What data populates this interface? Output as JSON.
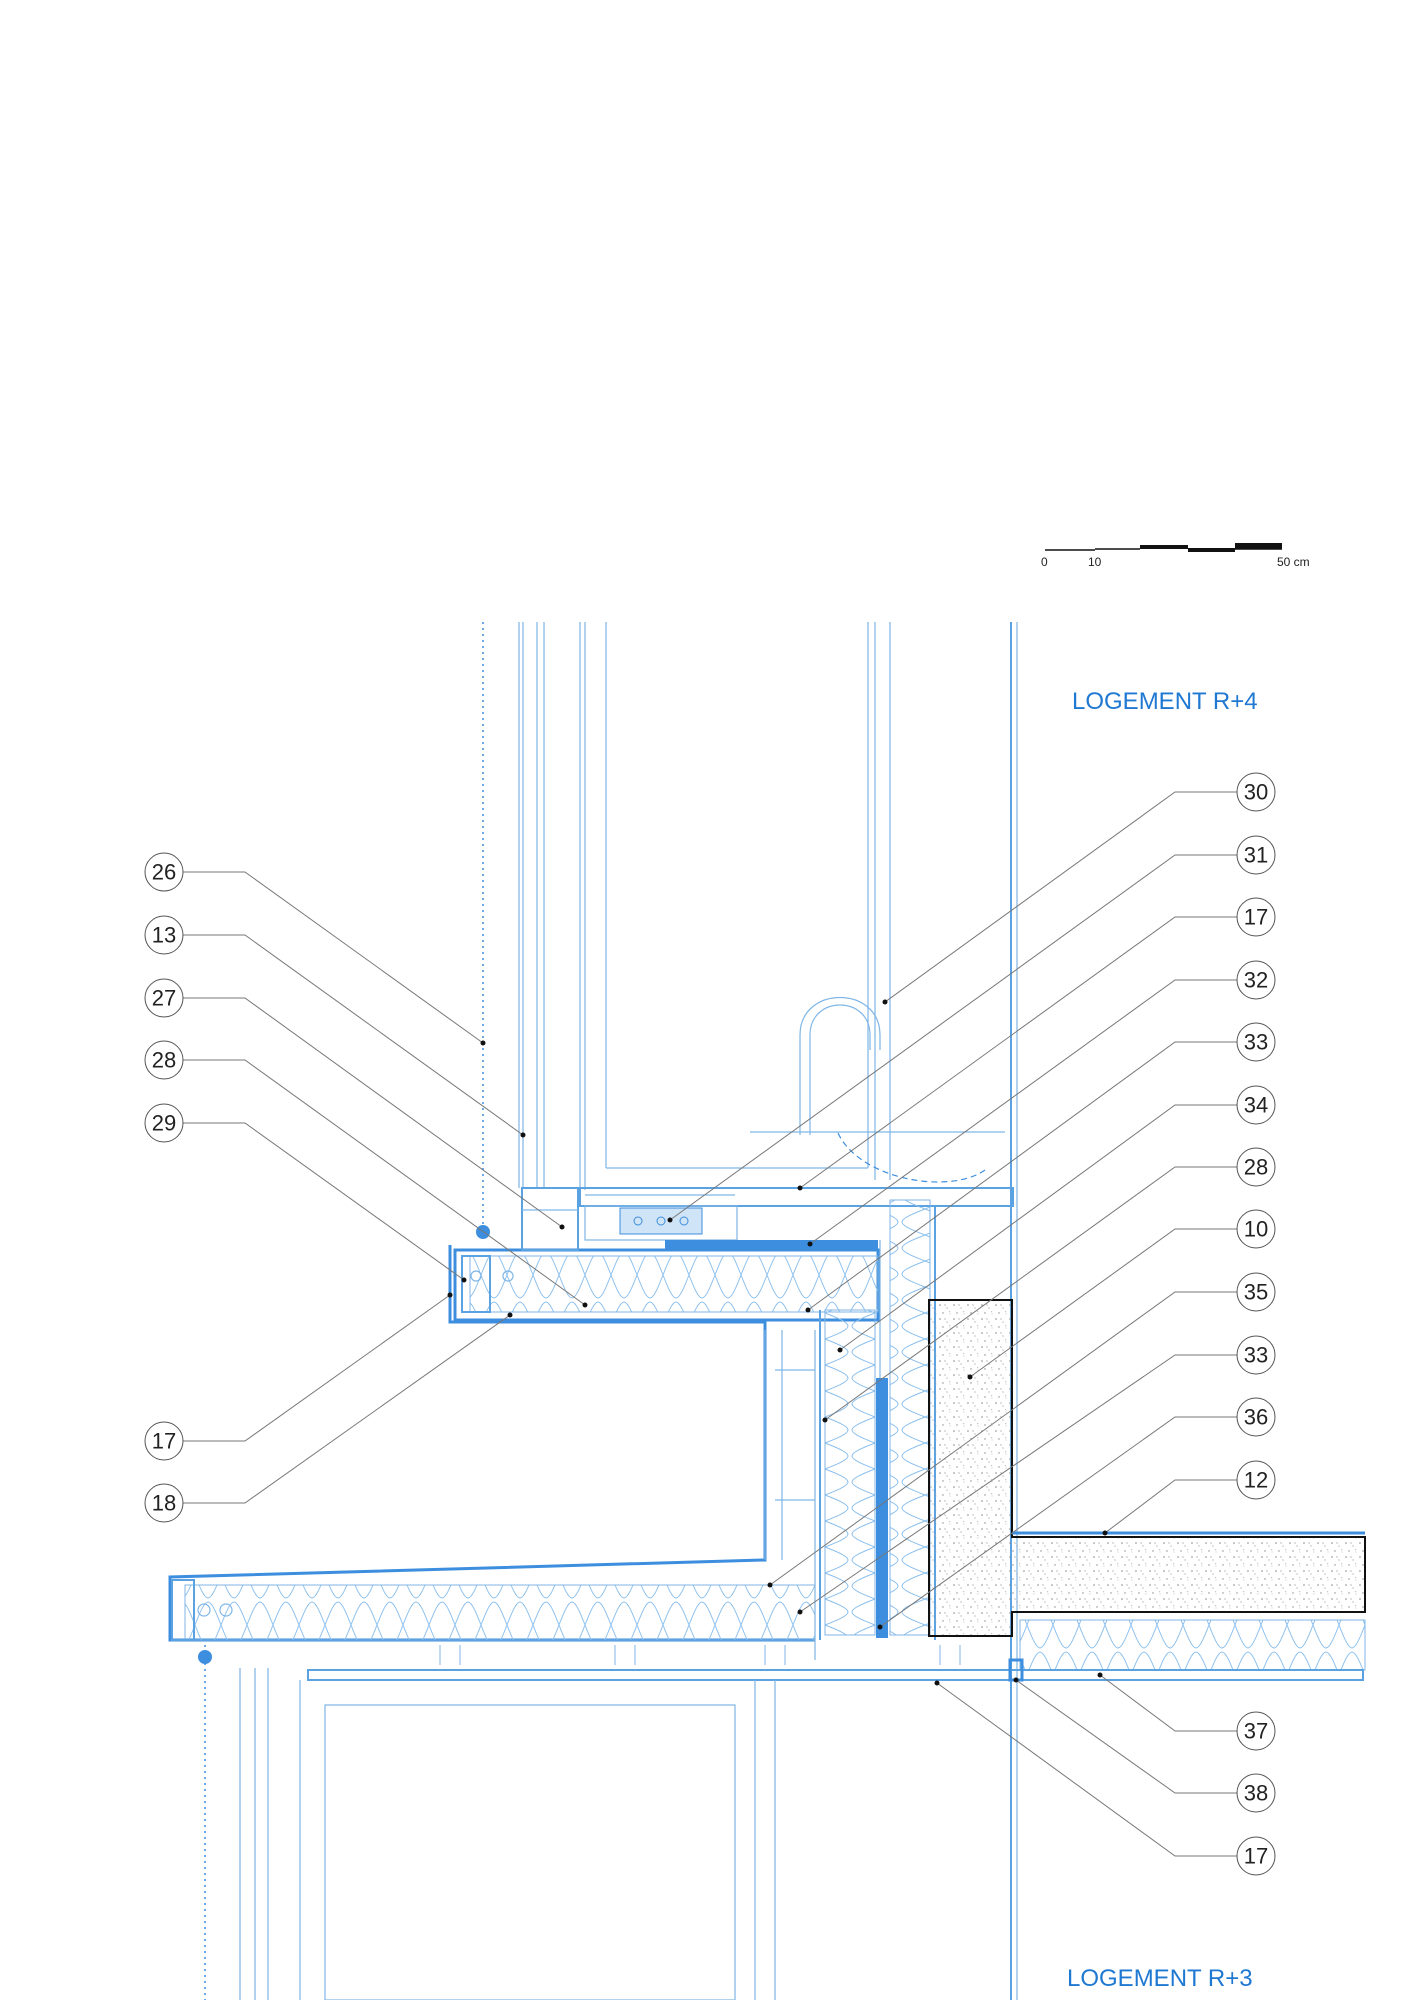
{
  "scale_bar": {
    "label_0": "0",
    "label_10": "10",
    "label_50": "50 cm"
  },
  "rooms": {
    "upper": "LOGEMENT R+4",
    "lower": "LOGEMENT R+3"
  },
  "callouts_left": [
    "26",
    "13",
    "27",
    "28",
    "29",
    "17",
    "18"
  ],
  "callouts_right": [
    "30",
    "31",
    "17",
    "32",
    "33",
    "34",
    "28",
    "10",
    "35",
    "33",
    "36",
    "12",
    "37",
    "38",
    "17"
  ],
  "colors": {
    "line": "#7fb6e6",
    "line_bold": "#3d8ede",
    "accent": "#1f78d1",
    "label": "#222222"
  }
}
